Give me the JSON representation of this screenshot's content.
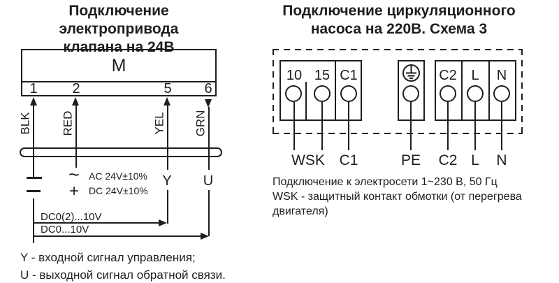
{
  "colors": {
    "ink": "#1e1e1e",
    "background": "#ffffff"
  },
  "left_diagram": {
    "title_line1": "Подключение электропривода",
    "title_line2": "клапана на 24В",
    "motor_label": "M",
    "terminals": [
      {
        "number": "1",
        "wire_color": "BLK"
      },
      {
        "number": "2",
        "wire_color": "RED"
      },
      {
        "number": "5",
        "wire_color": "YEL"
      },
      {
        "number": "6",
        "wire_color": "GRN"
      }
    ],
    "power": {
      "ac_symbol": "~",
      "ac_label": "AC 24V±10%",
      "dc_symbol": "+",
      "dc_label": "DC 24V±10%"
    },
    "signals": {
      "y_label": "Y",
      "u_label": "U",
      "branch_y_label": "DC0(2)...10V",
      "branch_u_label": "DC0...10V"
    },
    "notes": [
      "Y - входной сигнал управления;",
      "U - выходной сигнал обратной связи."
    ]
  },
  "right_diagram": {
    "title_line1": "Подключение циркуляционного",
    "title_line2": "насоса на 220В. Схема 3",
    "block1_cells": [
      "10",
      "15",
      "C1"
    ],
    "block3_cells": [
      "C2",
      "L",
      "N"
    ],
    "pe_icon": "protective-earth-icon",
    "wire_labels": [
      "WSK",
      "C1",
      "PE",
      "C2",
      "L",
      "N"
    ],
    "notes": [
      "Подключение к электросети 1~230 В, 50 Гц",
      "WSK - защитный контакт обмотки (от перегрева",
      "двигателя)"
    ]
  }
}
